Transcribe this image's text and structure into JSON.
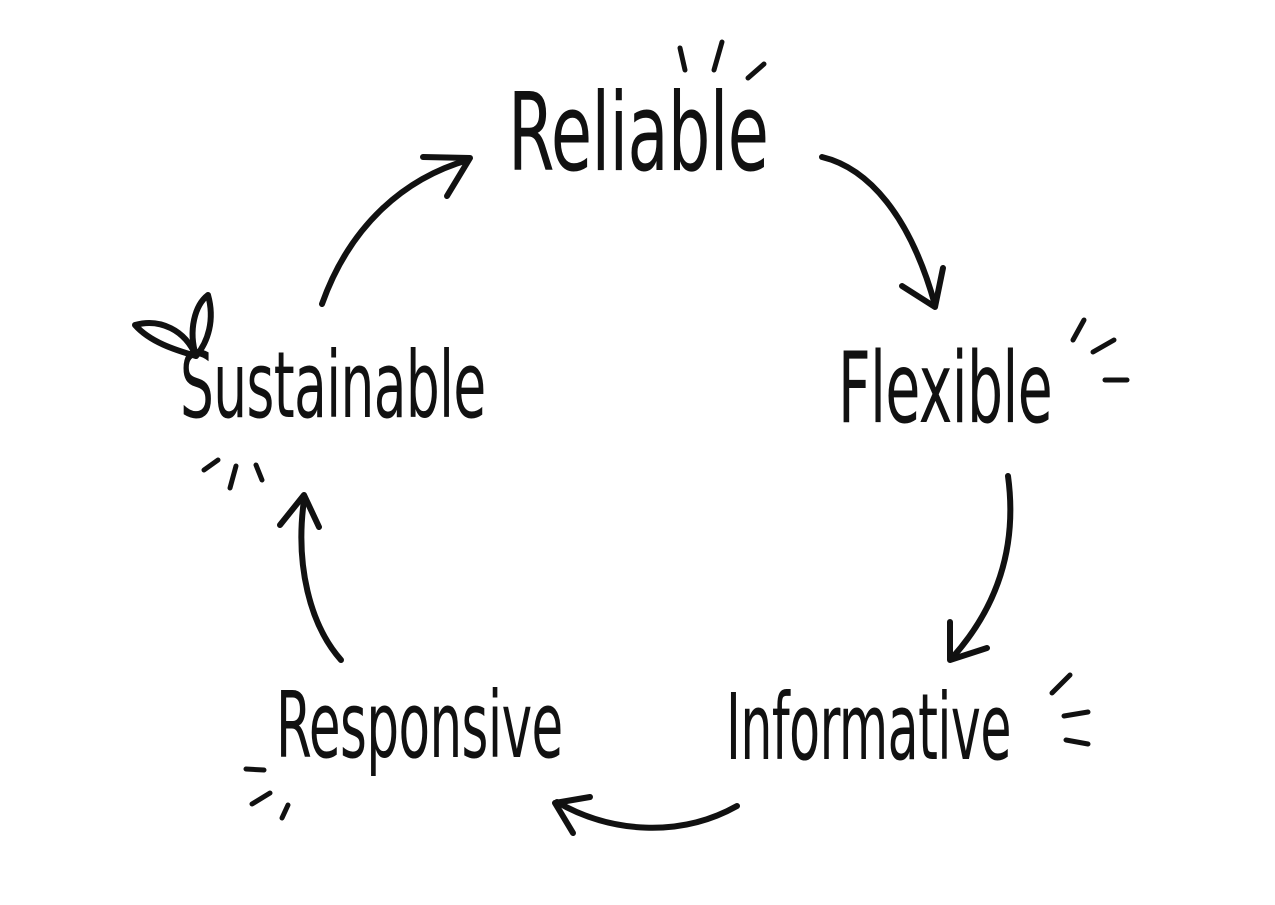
{
  "diagram": {
    "type": "cycle",
    "nodes": [
      {
        "id": "reliable",
        "label": "Reliable"
      },
      {
        "id": "flexible",
        "label": "Flexible"
      },
      {
        "id": "informative",
        "label": "Informative"
      },
      {
        "id": "responsive",
        "label": "Responsive"
      },
      {
        "id": "sustainable",
        "label": "Sustainable"
      }
    ],
    "edges": [
      {
        "from": "reliable",
        "to": "flexible"
      },
      {
        "from": "flexible",
        "to": "informative"
      },
      {
        "from": "informative",
        "to": "responsive"
      },
      {
        "from": "responsive",
        "to": "sustainable"
      },
      {
        "from": "sustainable",
        "to": "reliable"
      }
    ],
    "decorations": [
      "sparkle-marks",
      "leaf-icon"
    ]
  },
  "colors": {
    "ink": "#111111",
    "background": "#ffffff"
  }
}
